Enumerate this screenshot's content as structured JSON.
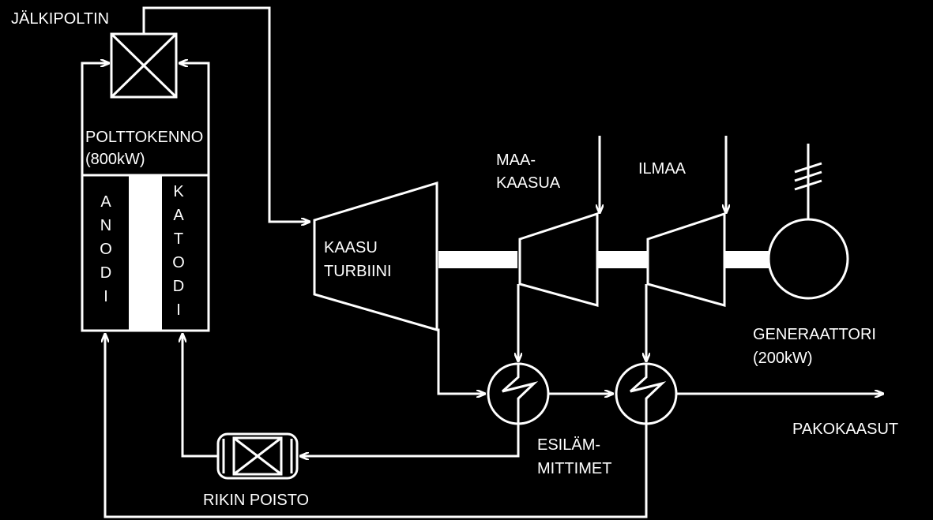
{
  "labels": {
    "afterburner": "JÄLKIPOLTIN",
    "fuel_cell_1": "POLTTOKENNO",
    "fuel_cell_2": "(800kW)",
    "anode": "ANODI",
    "cathode": "KATODI",
    "turbine_1": "KAASU",
    "turbine_2": "TURBIINI",
    "natural_gas_1": "MAA-",
    "natural_gas_2": "KAASUA",
    "air": "ILMAA",
    "generator_1": "GENERAATTORI",
    "generator_2": "(200kW)",
    "exhaust": "PAKOKAASUT",
    "preheaters_1": "ESILÄM-",
    "preheaters_2": "MITTIMET",
    "desulfurization": "RIKIN POISTO"
  },
  "colors": {
    "background": "#000000",
    "foreground": "#ffffff"
  }
}
